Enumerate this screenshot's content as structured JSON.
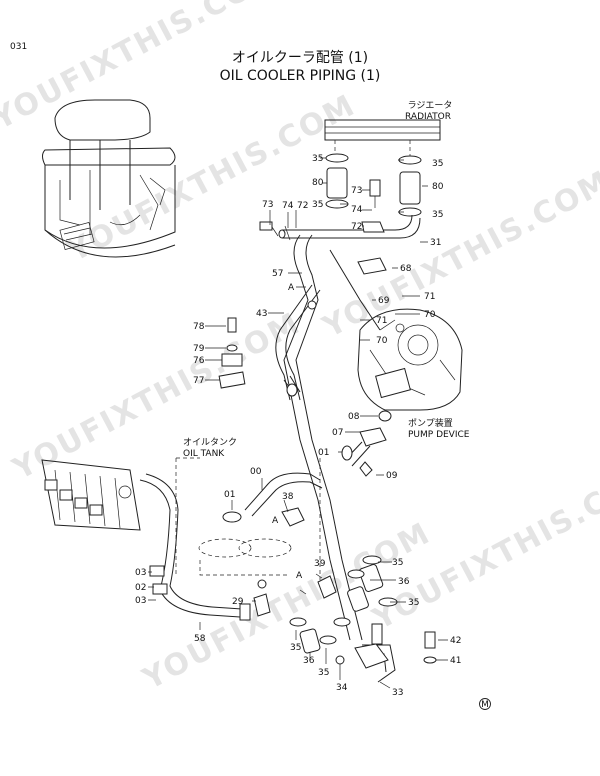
{
  "page": {
    "page_number": "031",
    "title_jp": "オイルクーラ配管 (1)",
    "title_en": "OIL COOLER PIPING (1)",
    "model_mark": "M"
  },
  "callouts": {
    "radiator_jp": "ラジエータ",
    "radiator_en": "RADIATOR",
    "pump_jp": "ポンプ装置",
    "pump_en": "PUMP DEVICE",
    "tank_jp": "オイルタンク",
    "tank_en": "OIL TANK"
  },
  "parts": {
    "p35_a": "35",
    "p35_b": "35",
    "p35_c": "35",
    "p35_d": "35",
    "p80_a": "80",
    "p80_b": "80",
    "p73_a": "73",
    "p73_b": "73",
    "p74_a": "74",
    "p74_b": "74",
    "p72_a": "72",
    "p72_b": "72",
    "p31": "31",
    "p68": "68",
    "p57": "57",
    "pA_a": "A",
    "p43": "43",
    "p69": "69",
    "p71_a": "71",
    "p71_b": "71",
    "p70_a": "70",
    "p70_b": "70",
    "p78": "78",
    "p79": "79",
    "p76": "76",
    "p77": "77",
    "p08": "08",
    "p07": "07",
    "p01_a": "01",
    "p09": "09",
    "p00": "00",
    "p01_b": "01",
    "p38": "38",
    "pA_b": "A",
    "p03_a": "03",
    "p02": "02",
    "p03_b": "03",
    "p39": "39",
    "pA_c": "A",
    "p29": "29",
    "p58": "58",
    "p35_e": "35",
    "p36_a": "36",
    "p35_f": "35",
    "p35_g": "35",
    "p36_b": "36",
    "p35_h": "35",
    "p34": "34",
    "p33": "33",
    "p42": "42",
    "p41": "41"
  },
  "watermark": {
    "text_a": "YOUFIXTHIS.COM",
    "text_b": "YOUFIXTHIS.COM",
    "text_c": "YOUFIXTHIS.COM",
    "text_d": "YOUFIXTHIS.COM",
    "text_e": "YOUFIXTHIS.COM",
    "text_f": "YOUFIXTHIS.COM"
  }
}
